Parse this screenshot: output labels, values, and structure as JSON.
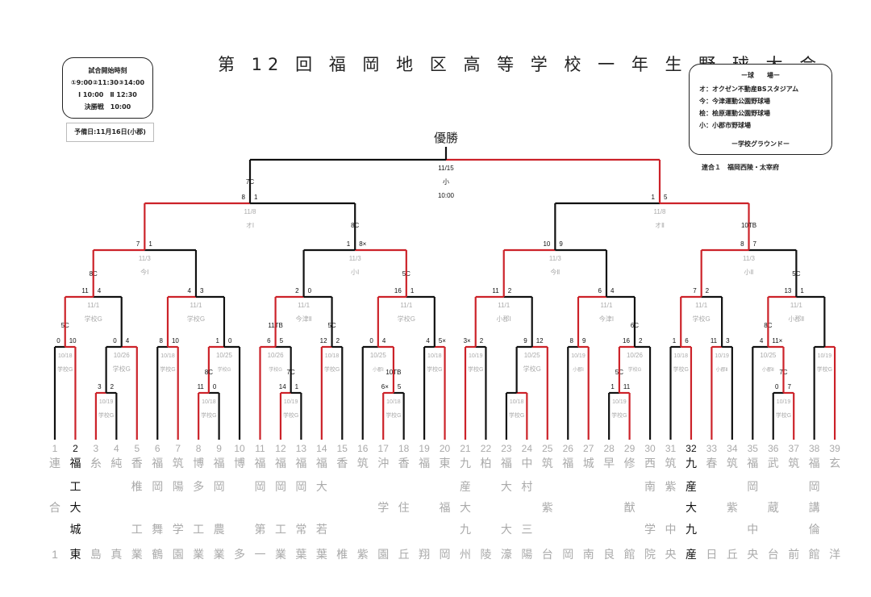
{
  "title": "第 12 回 福 岡 地 区 高 等 学 校 一 年 生 野 球 大 会",
  "start_times": {
    "heading": "試合開始時刻",
    "line1": "①9:00②11:30③14:00",
    "line2": "Ⅰ 10:00　Ⅱ 12:30",
    "line3": "決勝戦　10:00"
  },
  "reserve_day": "予備日:11月16日(小郡)",
  "venues": {
    "heading": "ー球　　場ー",
    "items": [
      "オ：オクゼン不動産BSスタジアム",
      "今：今津運動公園野球場",
      "桧：桧原運動公園野球場",
      "小：小郡市野球場"
    ],
    "footer": "ー学校グラウンドー"
  },
  "combined_note": "連合１　福岡西陵・太宰府",
  "champion_label": "優勝",
  "colors": {
    "winner_line": "#cc2229",
    "loser_line": "#111111",
    "muted_text": "#aaaaaa",
    "dark_text": "#111111"
  },
  "final": {
    "date": "11/15",
    "venue": "小",
    "time": "10:00",
    "left_score": "8",
    "right_score": "1",
    "left_note": "7C",
    "left_sf_score": "1",
    "right_sf_score": "5"
  },
  "matches": [
    {
      "id": "f",
      "date": "11/15",
      "venue": "小",
      "time": "10:00",
      "ls": "",
      "rs": ""
    },
    {
      "id": "sf1",
      "date": "11/8",
      "venue": "オⅠ",
      "ls": "8",
      "rs": "1",
      "note": "7C"
    },
    {
      "id": "sf2",
      "date": "11/8",
      "venue": "オⅡ",
      "ls": "1",
      "rs": "5"
    },
    {
      "id": "qf1",
      "date": "11/3",
      "venue": "今Ⅰ",
      "ls": "7",
      "rs": "1"
    },
    {
      "id": "qf2",
      "date": "11/3",
      "venue": "小Ⅰ",
      "ls": "1",
      "rs": "8×",
      "note": "8C"
    },
    {
      "id": "qf3",
      "date": "11/3",
      "venue": "今Ⅱ",
      "ls": "10",
      "rs": "9"
    },
    {
      "id": "qf4",
      "date": "11/3",
      "venue": "小Ⅱ",
      "ls": "8",
      "rs": "7",
      "note": "10TB"
    },
    {
      "id": "r3a",
      "date": "11/1",
      "venue": "学校G",
      "ls": "11",
      "rs": "4",
      "note": "8C"
    },
    {
      "id": "r3b",
      "date": "11/1",
      "venue": "学校G",
      "ls": "4",
      "rs": "3"
    },
    {
      "id": "r3c",
      "date": "11/1",
      "venue": "今津Ⅱ",
      "ls": "2",
      "rs": "0"
    },
    {
      "id": "r3d",
      "date": "11/1",
      "venue": "学校G",
      "ls": "16",
      "rs": "1",
      "note": "5C"
    },
    {
      "id": "r3e",
      "date": "11/1",
      "venue": "小郡Ⅰ",
      "ls": "11",
      "rs": "2"
    },
    {
      "id": "r3f",
      "date": "11/1",
      "venue": "今津Ⅰ",
      "ls": "6",
      "rs": "4"
    },
    {
      "id": "r3g",
      "date": "11/1",
      "venue": "学校G",
      "ls": "7",
      "rs": "2"
    },
    {
      "id": "r3h",
      "date": "11/1",
      "venue": "小郡Ⅱ",
      "ls": "13",
      "rs": "1",
      "note": "5C"
    }
  ],
  "r2_matches": [
    {
      "date": "10/18",
      "venue": "学校G",
      "ls": "0",
      "rs": "10",
      "note": "5C"
    },
    {
      "date": "10/26",
      "venue": "学校G",
      "ls": "0",
      "rs": "4"
    },
    {
      "date": "10/18",
      "venue": "学校G",
      "ls": "8",
      "rs": "10"
    },
    {
      "date": "10/25",
      "venue": "学校G",
      "ls": "1",
      "rs": "0"
    },
    {
      "date": "10/26",
      "venue": "学校G",
      "ls": "6",
      "rs": "5",
      "note": "11TB"
    },
    {
      "date": "10/18",
      "venue": "学校G",
      "ls": "12",
      "rs": "2",
      "note": "5C"
    },
    {
      "date": "10/25",
      "venue": "小郡Ⅰ",
      "ls": "0",
      "rs": "4"
    },
    {
      "date": "10/18",
      "venue": "学校G",
      "ls": "4",
      "rs": "5×"
    },
    {
      "date": "10/19",
      "venue": "学校G",
      "ls": "3×",
      "rs": "2"
    },
    {
      "date": "10/25",
      "venue": "学校G",
      "ls": "9",
      "rs": "12"
    },
    {
      "date": "10/19",
      "venue": "小郡Ⅰ",
      "ls": "8",
      "rs": "9"
    },
    {
      "date": "10/26",
      "venue": "学校G",
      "ls": "16",
      "rs": "2",
      "note": "6C"
    },
    {
      "date": "10/18",
      "venue": "学校G",
      "ls": "1",
      "rs": "6"
    },
    {
      "date": "10/19",
      "venue": "小郡Ⅱ",
      "ls": "11",
      "rs": "3"
    },
    {
      "date": "10/25",
      "venue": "小郡Ⅱ",
      "ls": "4",
      "rs": "11×",
      "note": "8C"
    },
    {
      "date": "10/19",
      "venue": "学校G",
      "ls": "",
      "rs": ""
    }
  ],
  "r1_matches": [
    {
      "date": "10/19",
      "venue": "学校G",
      "ls": "3",
      "rs": "2"
    },
    {
      "date": "10/18",
      "venue": "学校G",
      "ls": "11",
      "rs": "0",
      "note": "8C"
    },
    {
      "date": "10/19",
      "venue": "学校G",
      "ls": "14",
      "rs": "1",
      "note": "7C"
    },
    {
      "date": "10/18",
      "venue": "学校G",
      "ls": "6×",
      "rs": "5",
      "note": "10TB"
    },
    {
      "date": "10/18",
      "venue": "学校G",
      "ls": "",
      "rs": ""
    },
    {
      "date": "10/19",
      "venue": "学校G",
      "ls": "1",
      "rs": "11",
      "note": "5C"
    },
    {
      "date": "10/19",
      "venue": "学校G",
      "ls": "0",
      "rs": "7",
      "note": "7C"
    }
  ],
  "teams": [
    {
      "no": "1",
      "name": [
        "連",
        "",
        "合",
        "",
        "1"
      ],
      "highlight": false
    },
    {
      "no": "2",
      "name": [
        "福",
        "工",
        "大",
        "城",
        "東"
      ],
      "highlight": true
    },
    {
      "no": "3",
      "name": [
        "糸",
        "",
        "",
        "",
        "島"
      ],
      "highlight": false
    },
    {
      "no": "4",
      "name": [
        "純",
        "",
        "",
        "",
        "真"
      ],
      "highlight": false
    },
    {
      "no": "5",
      "name": [
        "香",
        "椎",
        "",
        "工",
        "業"
      ],
      "highlight": false
    },
    {
      "no": "6",
      "name": [
        "福",
        "岡",
        "",
        "舞",
        "鶴"
      ],
      "highlight": false
    },
    {
      "no": "7",
      "name": [
        "筑",
        "陽",
        "",
        "学",
        "園"
      ],
      "highlight": false
    },
    {
      "no": "8",
      "name": [
        "博",
        "多",
        "",
        "工",
        "業"
      ],
      "highlight": false
    },
    {
      "no": "9",
      "name": [
        "福",
        "岡",
        "",
        "農",
        "業"
      ],
      "highlight": false
    },
    {
      "no": "10",
      "name": [
        "博",
        "",
        "",
        "",
        "多"
      ],
      "highlight": false
    },
    {
      "no": "11",
      "name": [
        "福",
        "岡",
        "",
        "第",
        "一"
      ],
      "highlight": false
    },
    {
      "no": "12",
      "name": [
        "福",
        "岡",
        "",
        "工",
        "業"
      ],
      "highlight": false
    },
    {
      "no": "13",
      "name": [
        "福",
        "岡",
        "",
        "常",
        "葉"
      ],
      "highlight": false
    },
    {
      "no": "14",
      "name": [
        "福",
        "大",
        "",
        "若",
        "葉"
      ],
      "highlight": false
    },
    {
      "no": "15",
      "name": [
        "香",
        "",
        "",
        "",
        "椎"
      ],
      "highlight": false
    },
    {
      "no": "16",
      "name": [
        "筑",
        "",
        "",
        "",
        "紫"
      ],
      "highlight": false
    },
    {
      "no": "17",
      "name": [
        "沖",
        "",
        "学",
        "",
        "園"
      ],
      "highlight": false
    },
    {
      "no": "18",
      "name": [
        "香",
        "",
        "住",
        "",
        "丘"
      ],
      "highlight": false
    },
    {
      "no": "19",
      "name": [
        "福",
        "",
        "",
        "",
        "翔"
      ],
      "highlight": false
    },
    {
      "no": "20",
      "name": [
        "東",
        "",
        "福",
        "",
        "岡"
      ],
      "highlight": false
    },
    {
      "no": "21",
      "name": [
        "九",
        "産",
        "大",
        "九",
        "州"
      ],
      "highlight": false
    },
    {
      "no": "22",
      "name": [
        "柏",
        "",
        "",
        "",
        "陵"
      ],
      "highlight": false
    },
    {
      "no": "23",
      "name": [
        "福",
        "大",
        "",
        "大",
        "濠"
      ],
      "highlight": false
    },
    {
      "no": "24",
      "name": [
        "中",
        "村",
        "",
        "三",
        "陽"
      ],
      "highlight": false
    },
    {
      "no": "25",
      "name": [
        "筑",
        "",
        "紫",
        "",
        "台"
      ],
      "highlight": false
    },
    {
      "no": "26",
      "name": [
        "福",
        "",
        "",
        "",
        "岡"
      ],
      "highlight": false
    },
    {
      "no": "27",
      "name": [
        "城",
        "",
        "",
        "",
        "南"
      ],
      "highlight": false
    },
    {
      "no": "28",
      "name": [
        "早",
        "",
        "",
        "",
        "良"
      ],
      "highlight": false
    },
    {
      "no": "29",
      "name": [
        "修",
        "",
        "猷",
        "",
        "館"
      ],
      "highlight": false
    },
    {
      "no": "30",
      "name": [
        "西",
        "南",
        "",
        "学",
        "院"
      ],
      "highlight": false
    },
    {
      "no": "31",
      "name": [
        "筑",
        "紫",
        "",
        "中",
        "央"
      ],
      "highlight": false
    },
    {
      "no": "32",
      "name": [
        "九",
        "産",
        "大",
        "九",
        "産"
      ],
      "highlight": true
    },
    {
      "no": "33",
      "name": [
        "春",
        "",
        "",
        "",
        "日"
      ],
      "highlight": false
    },
    {
      "no": "34",
      "name": [
        "筑",
        "",
        "紫",
        "",
        "丘"
      ],
      "highlight": false
    },
    {
      "no": "35",
      "name": [
        "福",
        "岡",
        "",
        "中",
        "央"
      ],
      "highlight": false
    },
    {
      "no": "36",
      "name": [
        "武",
        "",
        "蔵",
        "",
        "台"
      ],
      "highlight": false
    },
    {
      "no": "37",
      "name": [
        "筑",
        "",
        "",
        "",
        "前"
      ],
      "highlight": false
    },
    {
      "no": "38",
      "name": [
        "福",
        "岡",
        "講",
        "倫",
        "館"
      ],
      "highlight": false
    },
    {
      "no": "39",
      "name": [
        "玄",
        "",
        "",
        "",
        "洋"
      ],
      "highlight": false
    }
  ]
}
